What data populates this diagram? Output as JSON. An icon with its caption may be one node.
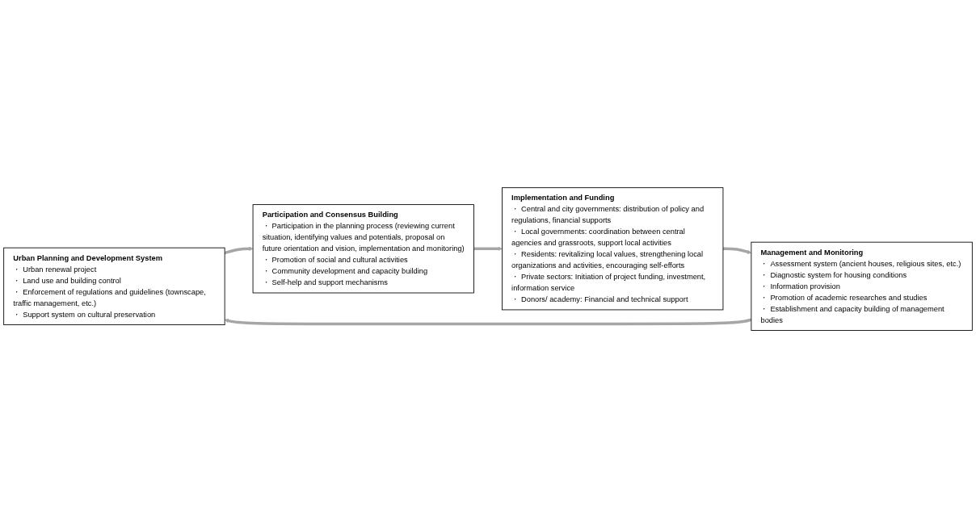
{
  "diagram": {
    "nodes": [
      {
        "text": [
          "Urban Planning and Development System",
          "・ Urban renewal project",
          "・ Land use and building control",
          "・ Enforcement of regulations and guidelines (townscape, traffic management, etc.)",
          "・ Support system on cultural preservation"
        ]
      },
      {
        "text": [
          "Participation and Consensus Building",
          "・ Participation in the planning process (reviewing current situation, identifying values and potentials, proposal on future orientation and vision, implementation and monitoring)",
          "・ Promotion of social and cultural activities",
          "・ Community development and capacity building",
          "・ Self-help and support mechanisms"
        ]
      },
      {
        "text": [
          "Management and Monitoring",
          "・ Assessment system (ancient houses, religious sites, etc.)",
          "・ Diagnostic system for housing conditions",
          "・ Information provision",
          "・ Promotion of academic researches and studies",
          "・ Establishment and capacity building of management bodies"
        ]
      },
      {
        "text": [
          "Implementation and Funding",
          "・ Central and city governments: distribution of policy and regulations, financial supports",
          "・ Local governments: coordination between central agencies and grassroots, support local activities",
          "・ Residents: revitalizing local values, strengthening local organizations and activities, encouraging self-efforts",
          "・ Private sectors: Initiation of project funding, investment, information service",
          "・ Donors/ academy: Financial and technical support"
        ]
      }
    ],
    "edges": [
      {
        "from": 0,
        "to": 1,
        "arrow": "to"
      },
      {
        "from": 1,
        "to": 3,
        "arrow": "to"
      },
      {
        "from": 3,
        "to": 2,
        "arrow": "to"
      },
      {
        "from": 2,
        "to": 0,
        "arrow": "to"
      }
    ]
  }
}
